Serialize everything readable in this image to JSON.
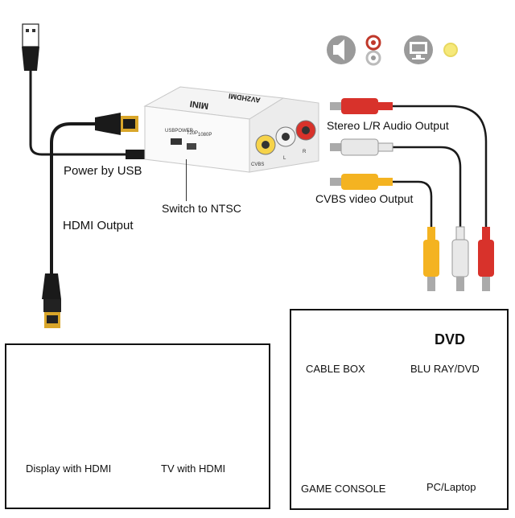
{
  "labels": {
    "power_by_usb": "Power by USB",
    "hdmi_output": "HDMI Output",
    "switch_to_ntsc": "Switch to NTSC",
    "stereo_audio": "Stereo L/R Audio Output",
    "cvbs_video": "CVBS video Output"
  },
  "device": {
    "brand": "MINI",
    "model": "AV2HDMI",
    "usb_power": "USBPOWER",
    "res_720p": "720P",
    "res_1080p": "1080P",
    "cvbs": "CVBS",
    "left": "L",
    "right": "R"
  },
  "hdmi_displays": [
    {
      "caption": "Display with HDMI"
    },
    {
      "caption": "TV with HDMI"
    }
  ],
  "av_sources": [
    {
      "caption": "CABLE BOX"
    },
    {
      "caption": "BLU RAY/DVD",
      "badge": "DVD"
    },
    {
      "caption": "GAME CONSOLE"
    },
    {
      "caption": "PC/Laptop"
    }
  ],
  "colors": {
    "audio_right": "#d8322b",
    "audio_left": "#e8e8e8",
    "video": "#f4b321",
    "indicator": "#f6e97a"
  }
}
